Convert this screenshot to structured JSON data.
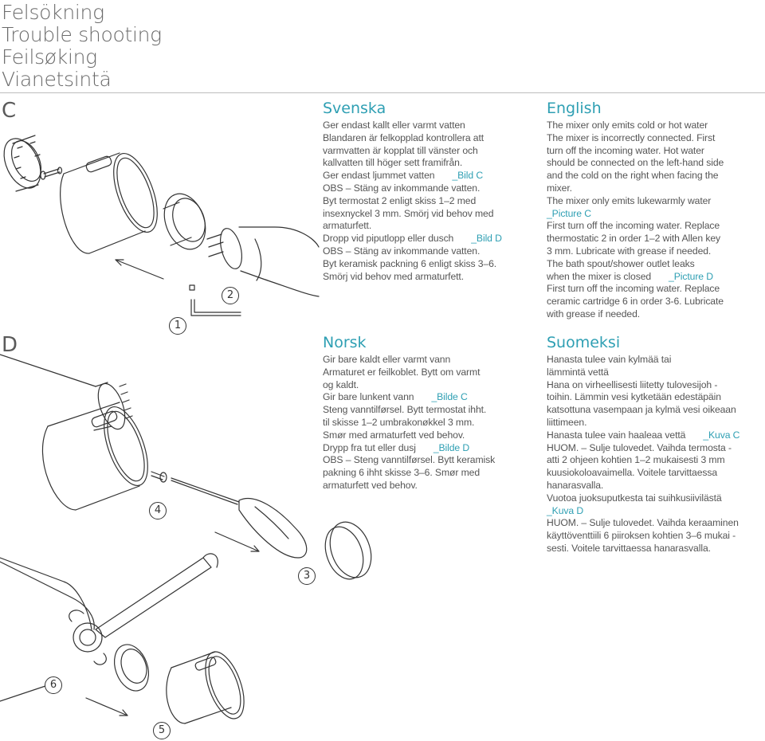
{
  "header": {
    "titles": [
      "Felsökning",
      "Trouble shooting",
      "Feilsøking",
      "Vianetsintä"
    ]
  },
  "sections": {
    "c_label": "C",
    "d_label": "D"
  },
  "figure_numbers": [
    "1",
    "2",
    "3",
    "4",
    "5",
    "6"
  ],
  "svenska": {
    "heading": "Svenska",
    "lines": [
      {
        "text": "Ger endast kallt eller varmt vatten",
        "ref": ""
      },
      {
        "text": "Blandaren är felkopplad kontrollera att",
        "ref": ""
      },
      {
        "text": "varmvatten är kopplat till vänster och",
        "ref": ""
      },
      {
        "text": "kallvatten till höger sett framifrån.",
        "ref": ""
      },
      {
        "text": "Ger endast ljummet vatten",
        "ref": "_Bild C"
      },
      {
        "text": "OBS – Stäng av inkommande vatten.",
        "ref": ""
      },
      {
        "text": "Byt termostat 2 enligt skiss 1–2 med",
        "ref": ""
      },
      {
        "text": "insexnyckel 3 mm. Smörj vid behov med",
        "ref": ""
      },
      {
        "text": "armaturfett.",
        "ref": ""
      },
      {
        "text": "Dropp vid piputlopp eller dusch",
        "ref": "_Bild D"
      },
      {
        "text": "OBS – Stäng av inkommande vatten.",
        "ref": ""
      },
      {
        "text": "Byt keramisk packning 6 enligt skiss 3–6.",
        "ref": ""
      },
      {
        "text": "Smörj vid behov med armaturfett.",
        "ref": ""
      }
    ]
  },
  "english": {
    "heading": "English",
    "lines": [
      {
        "text": "The mixer only emits cold or hot water",
        "ref": ""
      },
      {
        "text": "The mixer is incorrectly connected. First",
        "ref": ""
      },
      {
        "text": "turn off the incoming water. Hot water",
        "ref": ""
      },
      {
        "text": "should be connected on the left-hand side",
        "ref": ""
      },
      {
        "text": "and the cold on the right when facing the",
        "ref": ""
      },
      {
        "text": "mixer.",
        "ref": ""
      },
      {
        "text": "The mixer only emits lukewarmly water",
        "ref": ""
      },
      {
        "text": "",
        "ref": "_Picture C"
      },
      {
        "text": "First turn off the incoming water. Replace",
        "ref": ""
      },
      {
        "text": "thermostatic 2 in order 1–2 with Allen key",
        "ref": ""
      },
      {
        "text": "3 mm. Lubricate with grease if needed.",
        "ref": ""
      },
      {
        "text": "The bath spout/shower outlet leaks",
        "ref": ""
      },
      {
        "text": "when the mixer is closed",
        "ref": "_Picture D"
      },
      {
        "text": "First turn off the incoming water. Replace",
        "ref": ""
      },
      {
        "text": "ceramic cartridge 6 in order 3-6. Lubricate",
        "ref": ""
      },
      {
        "text": "with grease if needed.",
        "ref": ""
      }
    ]
  },
  "norsk": {
    "heading": "Norsk",
    "lines": [
      {
        "text": "Gir bare kaldt eller varmt vann",
        "ref": ""
      },
      {
        "text": "Armaturet er feilkoblet. Bytt om varmt",
        "ref": ""
      },
      {
        "text": "og kaldt.",
        "ref": ""
      },
      {
        "text": "Gir bare lunkent vann",
        "ref": "_Bilde C"
      },
      {
        "text": "Steng vanntilførsel. Bytt termostat ihht.",
        "ref": ""
      },
      {
        "text": "til skisse 1–2 umbrakonøkkel 3 mm.",
        "ref": ""
      },
      {
        "text": "Smør med armaturfett ved behov.",
        "ref": ""
      },
      {
        "text": "Drypp fra tut eller dusj",
        "ref": "_Bilde D"
      },
      {
        "text": "OBS – Steng vanntilførsel. Bytt keramisk",
        "ref": ""
      },
      {
        "text": "pakning 6 ihht skisse 3–6. Smør med",
        "ref": ""
      },
      {
        "text": "armaturfett ved behov.",
        "ref": ""
      }
    ]
  },
  "suomeksi": {
    "heading": "Suomeksi",
    "lines": [
      {
        "text": "Hanasta tulee vain kylmää tai",
        "ref": ""
      },
      {
        "text": "lämmintä vettä",
        "ref": ""
      },
      {
        "text": "Hana on virheellisesti liitetty tulovesijoh -",
        "ref": ""
      },
      {
        "text": "toihin. Lämmin vesi kytketään edestäpäin",
        "ref": ""
      },
      {
        "text": "katsottuna vasempaan ja kylmä vesi oikeaan",
        "ref": ""
      },
      {
        "text": "liittimeen.",
        "ref": ""
      },
      {
        "text": "Hanasta tulee vain haaleaa vettä",
        "ref": "_Kuva C"
      },
      {
        "text": "HUOM. – Sulje tulovedet. Vaihda termosta -",
        "ref": ""
      },
      {
        "text": "atti 2 ohjeen kohtien 1–2 mukaisesti 3 mm",
        "ref": ""
      },
      {
        "text": "kuusiokoloavaimella. Voitele tarvittaessa",
        "ref": ""
      },
      {
        "text": "hanarasvalla.",
        "ref": ""
      },
      {
        "text": "Vuotoa juoksuputkesta tai suihkusiivilästä",
        "ref": ""
      },
      {
        "text": "",
        "ref": "_Kuva D"
      },
      {
        "text": "HUOM. – Sulje tulovedet. Vaihda keraaminen",
        "ref": ""
      },
      {
        "text": "käyttöventtiili 6 piiroksen kohtien 3–6 mukai -",
        "ref": ""
      },
      {
        "text": "sesti. Voitele tarvittaessa hanarasvalla.",
        "ref": ""
      }
    ]
  }
}
